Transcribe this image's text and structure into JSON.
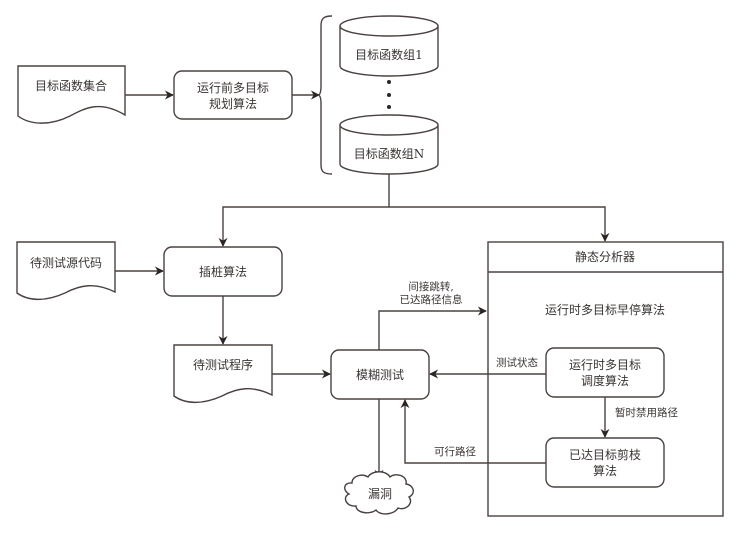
{
  "diagram": {
    "nodes": {
      "objective_set": {
        "label": "目标函数集合",
        "shape": "document"
      },
      "pre_run_planning": {
        "lines": [
          "运行前多目标",
          "规划算法"
        ],
        "shape": "rounded-rect"
      },
      "group_1": {
        "label": "目标函数组1",
        "shape": "cylinder"
      },
      "group_n": {
        "label": "目标函数组N",
        "shape": "cylinder"
      },
      "ellipsis": "⋮",
      "source_code": {
        "label": "待测试源代码",
        "shape": "document"
      },
      "instrumentation": {
        "label": "插桩算法",
        "shape": "rounded-rect"
      },
      "program_under_test": {
        "label": "待测试程序",
        "shape": "document"
      },
      "fuzzing": {
        "label": "模糊测试",
        "shape": "rounded-rect"
      },
      "vulnerability": {
        "label": "漏洞",
        "shape": "cloud"
      },
      "static_analyzer": {
        "title": "静态分析器",
        "subtitle": "运行时多目标早停算法",
        "shape": "container"
      },
      "scheduler": {
        "lines": [
          "运行时多目标",
          "调度算法"
        ],
        "shape": "rounded-rect"
      },
      "pruning": {
        "lines": [
          "已达目标剪枝",
          "算法"
        ],
        "shape": "rounded-rect"
      }
    },
    "edge_labels": {
      "indirect_jump": [
        "间接跳转,",
        "已达路径信息"
      ],
      "test_state": "测试状态",
      "disable_path": "暂时禁用路径",
      "feasible_path": "可行路径"
    }
  }
}
